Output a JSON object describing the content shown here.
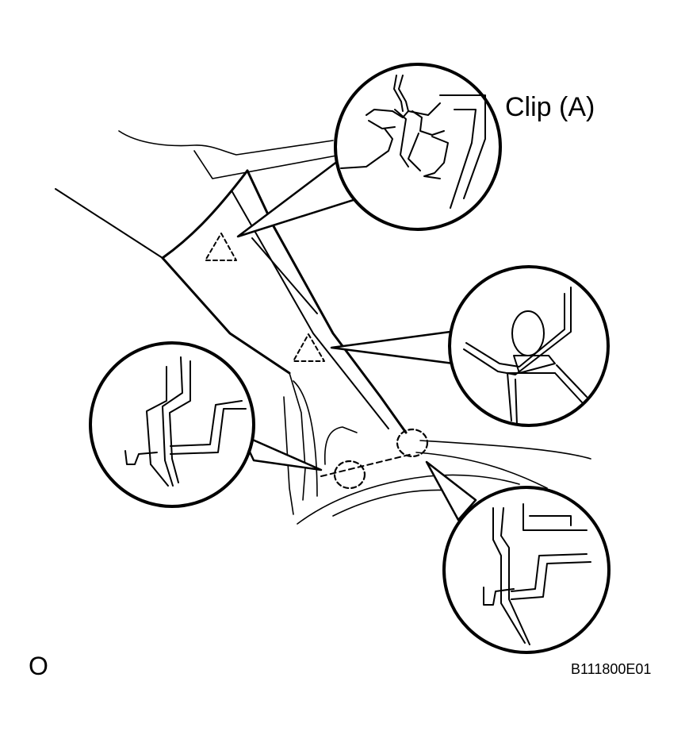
{
  "labels": {
    "clip_a": "Clip (A)",
    "corner_mark": "O",
    "figure_code": "B111800E01"
  },
  "colors": {
    "ink": "#000000",
    "paper": "#ffffff"
  }
}
